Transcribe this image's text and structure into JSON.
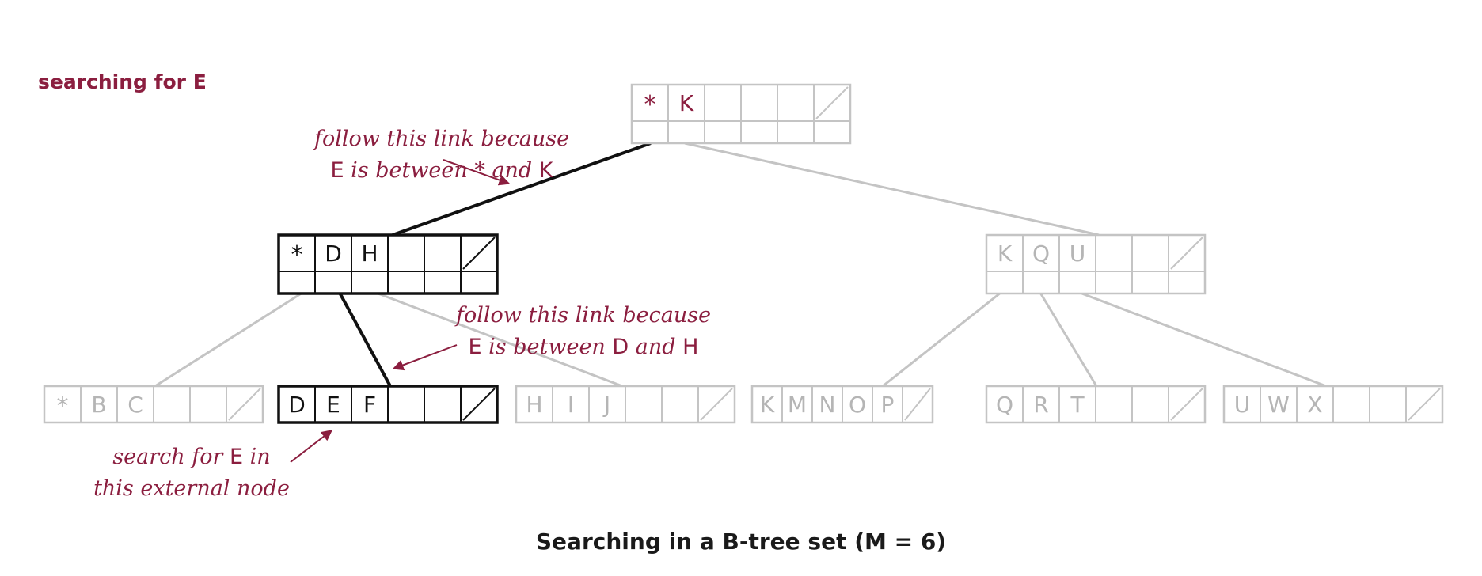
{
  "heading": "searching for E",
  "caption": "Searching in a B-tree set (M = 6)",
  "colors": {
    "accent": "#8b1e3f",
    "active": "#111111",
    "inactive": "#c4c4c4",
    "inactive_text": "#b5b5b5",
    "caption": "#1a1a1a"
  },
  "nodes": {
    "root": {
      "keys": [
        "*",
        "K"
      ],
      "state": "active-keys"
    },
    "left": {
      "keys": [
        "*",
        "D",
        "H"
      ],
      "state": "active"
    },
    "right": {
      "keys": [
        "K",
        "Q",
        "U"
      ],
      "state": "inactive"
    },
    "ext1": {
      "keys": [
        "*",
        "B",
        "C"
      ],
      "state": "inactive"
    },
    "ext2": {
      "keys": [
        "D",
        "E",
        "F"
      ],
      "state": "active"
    },
    "ext3": {
      "keys": [
        "H",
        "I",
        "J"
      ],
      "state": "inactive"
    },
    "ext4": {
      "keys": [
        "K",
        "M",
        "N",
        "O",
        "P"
      ],
      "state": "inactive"
    },
    "ext5": {
      "keys": [
        "Q",
        "R",
        "T"
      ],
      "state": "inactive"
    },
    "ext6": {
      "keys": [
        "U",
        "W",
        "X"
      ],
      "state": "inactive"
    }
  },
  "annotations": {
    "a1": {
      "line1": "follow this link because",
      "line2_a": "E",
      "line2_b": " is between ",
      "line2_c": "* and ",
      "line2_d": "K"
    },
    "a2": {
      "line1": "follow this link because",
      "line2_a": "E",
      "line2_b": " is between ",
      "line2_c": "D",
      "line2_d": " and ",
      "line2_e": "H"
    },
    "a3": {
      "line1_a": "search for ",
      "line1_b": "E",
      "line1_c": " in",
      "line2": "this external node"
    }
  }
}
